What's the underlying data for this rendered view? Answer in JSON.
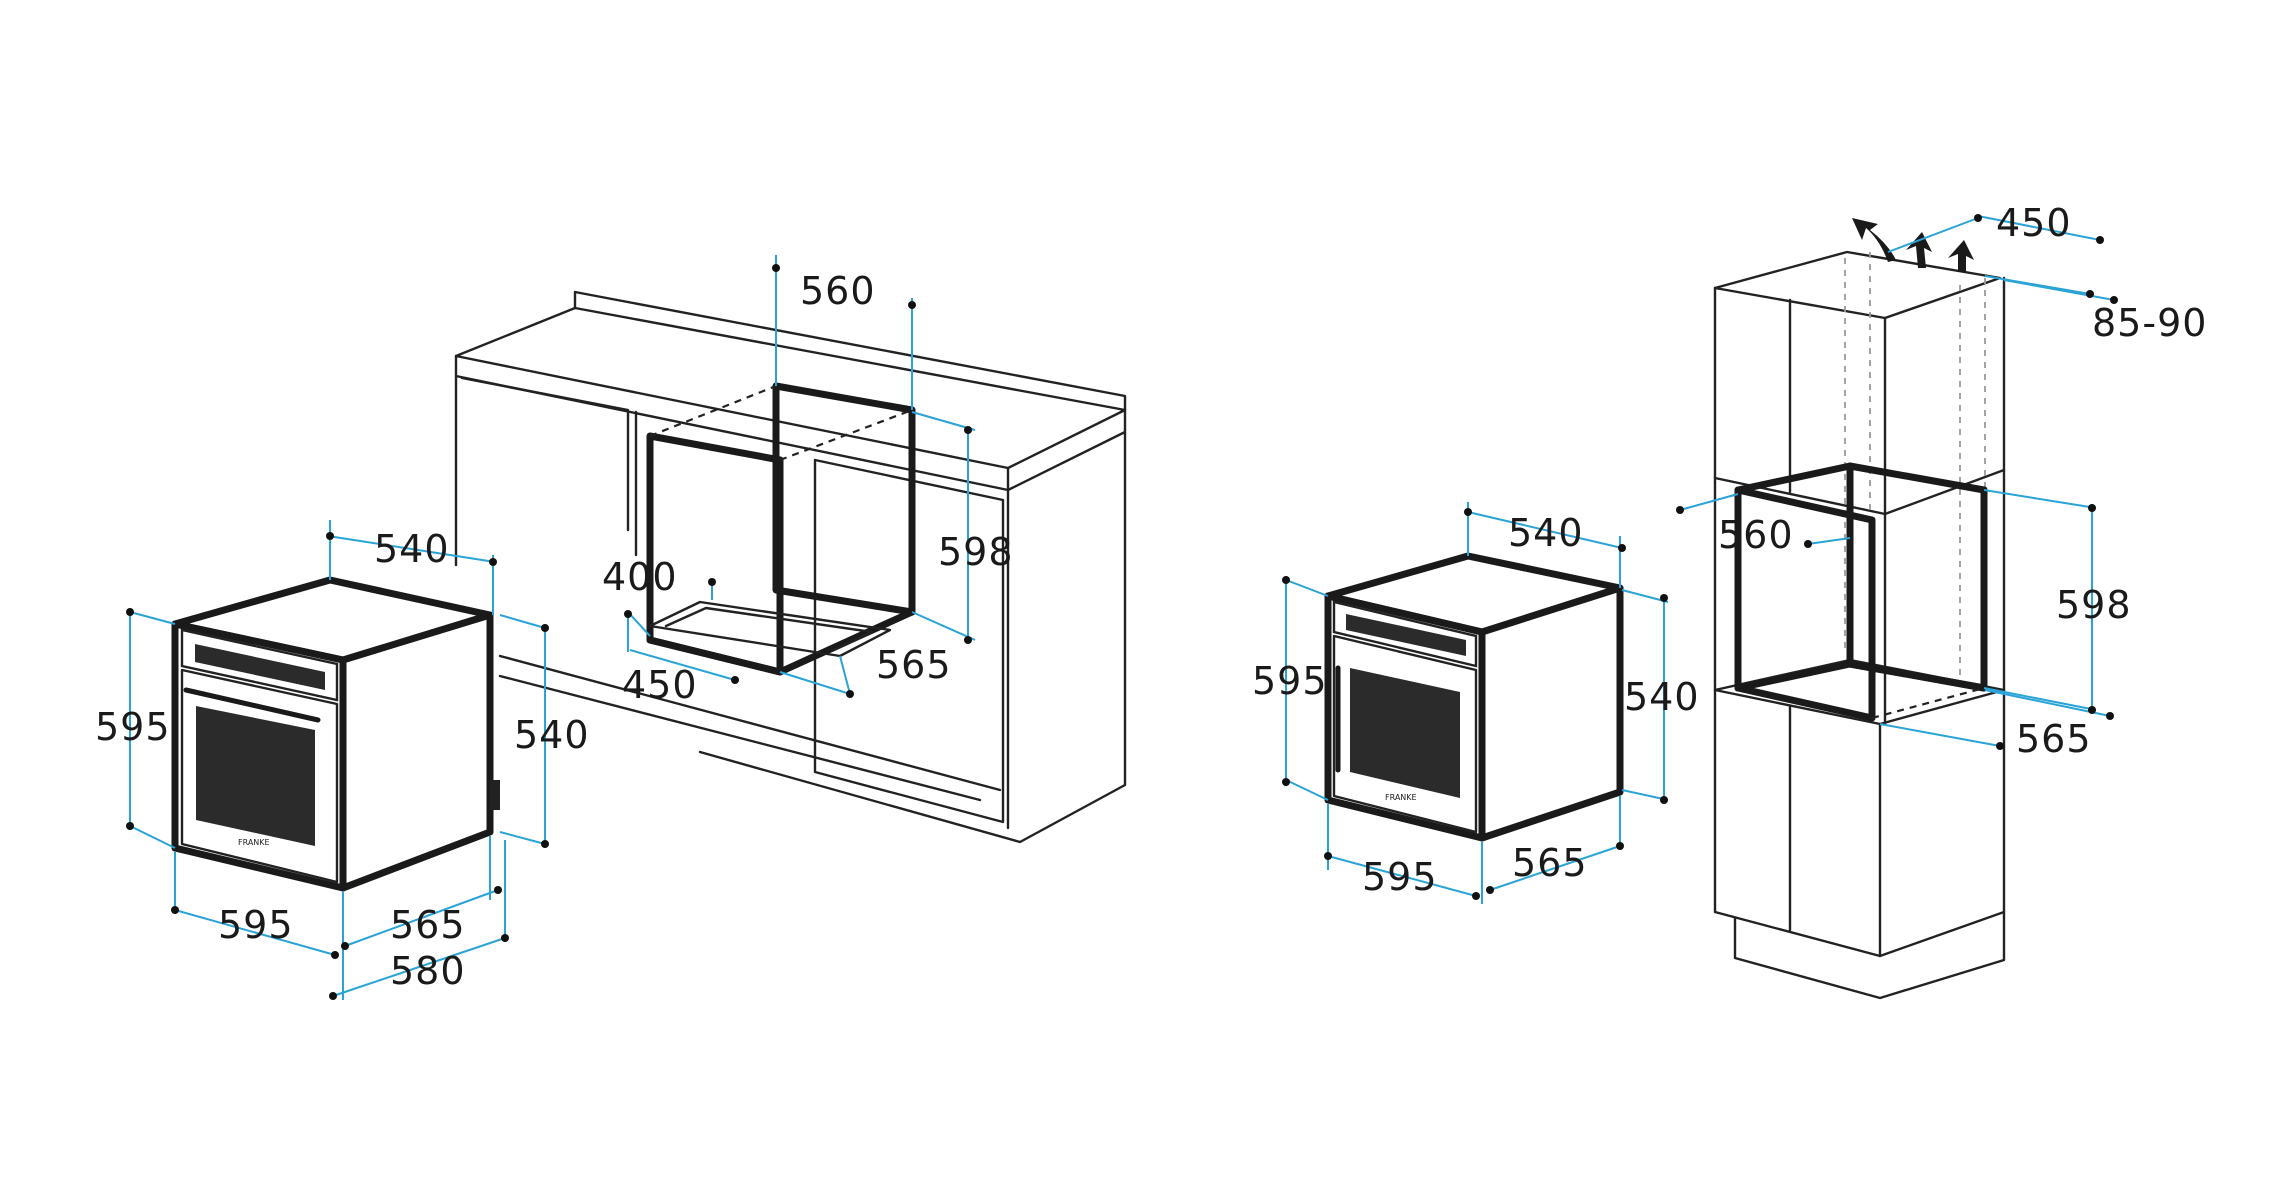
{
  "left": {
    "oven": {
      "brand": "FRANKE",
      "width": "595",
      "height": "595",
      "depth_total": "580",
      "depth_body": "565",
      "body_height": "540",
      "body_width": "540"
    },
    "niche": {
      "width": "560",
      "height": "598",
      "depth": "565",
      "vent_depth": "400",
      "vent_width": "450"
    }
  },
  "right": {
    "oven": {
      "brand": "FRANKE",
      "width": "595",
      "height": "595",
      "depth": "565",
      "body_height": "540",
      "body_width": "540"
    },
    "tall_cabinet": {
      "niche_width": "560",
      "niche_height": "598",
      "niche_depth": "565",
      "vent_width": "450",
      "vent_gap": "85-90"
    }
  },
  "colors": {
    "dimension_line": "#2aa3d6",
    "line": "#222222",
    "dot": "#111111"
  }
}
